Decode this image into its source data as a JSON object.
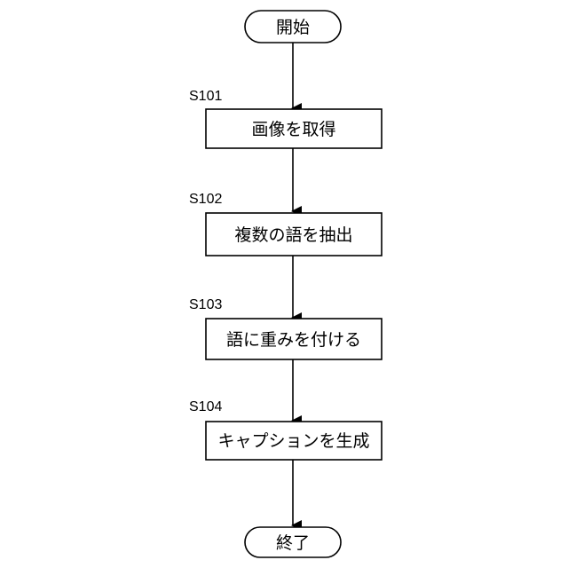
{
  "flowchart": {
    "start": "開始",
    "end": "終了",
    "steps": [
      {
        "id": "S101",
        "text": "画像を取得"
      },
      {
        "id": "S102",
        "text": "複数の語を抽出"
      },
      {
        "id": "S103",
        "text": "語に重みを付ける"
      },
      {
        "id": "S104",
        "text": "キャプションを生成"
      }
    ]
  }
}
